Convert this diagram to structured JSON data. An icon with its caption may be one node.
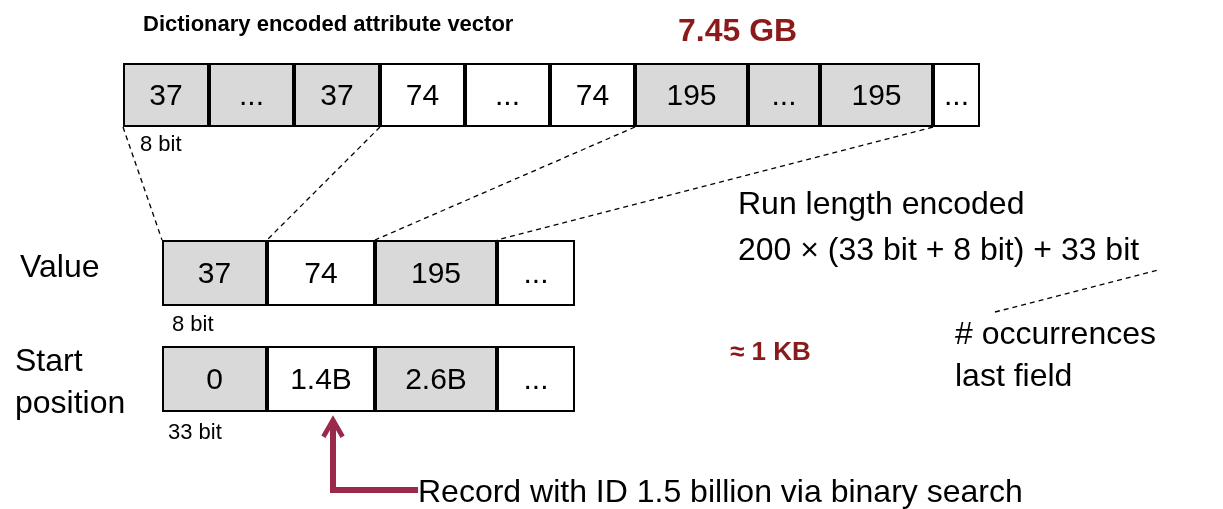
{
  "diagram": {
    "nodes": [
      {
        "text": [
          "37"
        ]
      },
      {
        "text": [
          "..."
        ]
      },
      {
        "text": [
          "37"
        ]
      },
      {
        "text": [
          "74"
        ]
      },
      {
        "text": [
          "..."
        ]
      },
      {
        "text": [
          "74"
        ]
      },
      {
        "text": [
          "195"
        ]
      },
      {
        "text": [
          "..."
        ]
      },
      {
        "text": [
          "195"
        ]
      },
      {
        "text": [
          "..."
        ]
      },
      {
        "text": [
          "37"
        ]
      },
      {
        "text": [
          "74"
        ]
      },
      {
        "text": [
          "195"
        ]
      },
      {
        "text": [
          "..."
        ]
      },
      {
        "text": [
          "0"
        ]
      },
      {
        "text": [
          "1.4B"
        ]
      },
      {
        "text": [
          "2.6B"
        ]
      },
      {
        "text": [
          "..."
        ]
      },
      {
        "text": [
          "Record with ID 1.5 billion via binary search"
        ]
      },
      {
        "text": [
          "# occurrences last field"
        ]
      },
      {
        "text": [
          "200 × (33 bit + 8 bit) + 33 bit"
        ]
      }
    ],
    "edges": [
      {
        "from": 0,
        "to": 10,
        "arrow": "none",
        "style": "dashed"
      },
      {
        "from": 2,
        "to": 11,
        "arrow": "none",
        "style": "dashed"
      },
      {
        "from": 5,
        "to": 12,
        "arrow": "none",
        "style": "dashed"
      },
      {
        "from": 8,
        "to": 13,
        "arrow": "none",
        "style": "dashed"
      },
      {
        "from": 18,
        "to": 15,
        "arrow": "to",
        "style": "thick",
        "color": "#9b2a4a"
      },
      {
        "from": 19,
        "to": 20,
        "arrow": "none",
        "style": "dashed"
      }
    ],
    "labels": [
      "Dictionary encoded attribute vector",
      "7.45 GB",
      "8 bit",
      "Run length encoded",
      "Value",
      "8 bit",
      "≈ 1 KB",
      "Start position",
      "33 bit"
    ]
  }
}
